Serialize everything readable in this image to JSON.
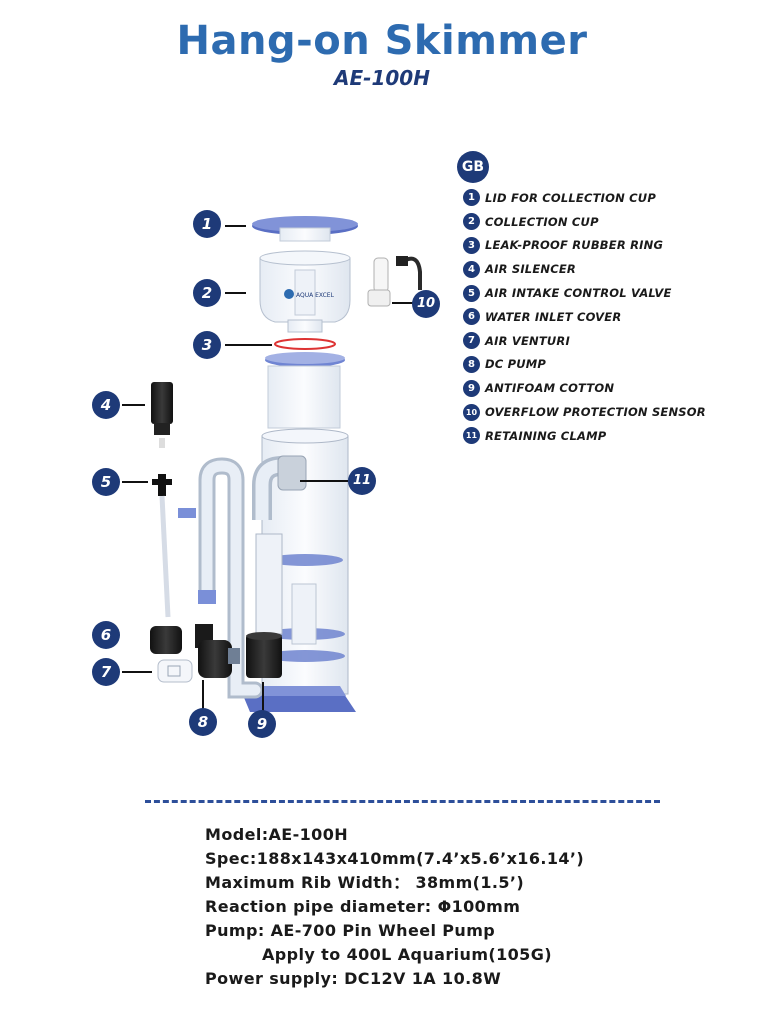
{
  "header": {
    "title": "Hang-on Skimmer",
    "model": "AE-100H"
  },
  "legend": {
    "badge": "GB",
    "items": [
      {
        "num": "1",
        "label": "Lid for Collection Cup"
      },
      {
        "num": "2",
        "label": "Collection Cup"
      },
      {
        "num": "3",
        "label": "Leak-proof Rubber Ring"
      },
      {
        "num": "4",
        "label": "Air Silencer"
      },
      {
        "num": "5",
        "label": "Air Intake Control Valve"
      },
      {
        "num": "6",
        "label": "Water Inlet Cover"
      },
      {
        "num": "7",
        "label": "Air Venturi"
      },
      {
        "num": "8",
        "label": "DC Pump"
      },
      {
        "num": "9",
        "label": "Antifoam Cotton"
      },
      {
        "num": "10",
        "label": "Overflow Protection Sensor"
      },
      {
        "num": "11",
        "label": "Retaining Clamp"
      }
    ]
  },
  "callouts": [
    "1",
    "2",
    "3",
    "4",
    "5",
    "6",
    "7",
    "8",
    "9",
    "10",
    "11"
  ],
  "diagram": {
    "brand_mark": "AQUA EXCEL"
  },
  "specs": {
    "model": "Model:AE-100H",
    "spec": "Spec:188x143x410mm(7.4’x5.6’x16.14’)",
    "rib": "Maximum Rib Width： 38mm(1.5’)",
    "pipe": "Reaction pipe diameter: Φ100mm",
    "pump": "Pump: AE-700 Pin Wheel Pump",
    "aquarium": "Apply to 400L Aquarium(105G)",
    "power": "Power supply: DC12V 1A 10.8W"
  },
  "colors": {
    "title": "#2d6bb0",
    "navy": "#1e3a78",
    "acrylic_blue": "#5a6fc4"
  }
}
